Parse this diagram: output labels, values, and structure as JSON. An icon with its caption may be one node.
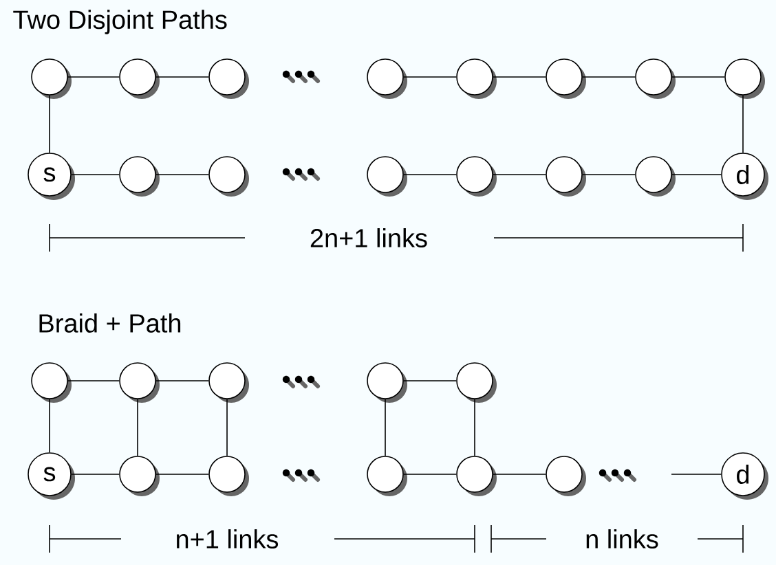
{
  "diagram": {
    "nodes": [
      {
        "text": [],
        "shape": "circle"
      },
      {
        "text": [],
        "shape": "circle"
      },
      {
        "text": [],
        "shape": "circle"
      },
      {
        "text": [],
        "shape": "circle"
      },
      {
        "text": [],
        "shape": "circle"
      },
      {
        "text": [],
        "shape": "circle"
      },
      {
        "text": [],
        "shape": "circle"
      },
      {
        "text": [],
        "shape": "circle"
      },
      {
        "text": [
          "s"
        ]
      },
      {
        "text": [],
        "shape": "circle"
      },
      {
        "text": [],
        "shape": "circle"
      },
      {
        "text": [],
        "shape": "circle"
      },
      {
        "text": [],
        "shape": "circle"
      },
      {
        "text": [],
        "shape": "circle"
      },
      {
        "text": [],
        "shape": "circle"
      },
      {
        "text": [
          "d"
        ]
      },
      {
        "text": [],
        "shape": "circle"
      },
      {
        "text": [],
        "shape": "circle"
      },
      {
        "text": [],
        "shape": "circle"
      },
      {
        "text": [],
        "shape": "circle"
      },
      {
        "text": [],
        "shape": "circle"
      },
      {
        "text": [
          "s"
        ]
      },
      {
        "text": [],
        "shape": "circle"
      },
      {
        "text": [],
        "shape": "circle"
      },
      {
        "text": [],
        "shape": "circle"
      },
      {
        "text": [],
        "shape": "circle"
      },
      {
        "text": [],
        "shape": "circle"
      },
      {
        "text": [
          "d"
        ]
      }
    ],
    "edges": [
      {
        "from": 0,
        "to": 1,
        "arrow": "none"
      },
      {
        "from": 1,
        "to": 2,
        "arrow": "none"
      },
      {
        "from": 3,
        "to": 4,
        "arrow": "none"
      },
      {
        "from": 4,
        "to": 5,
        "arrow": "none"
      },
      {
        "from": 5,
        "to": 6,
        "arrow": "none"
      },
      {
        "from": 6,
        "to": 7,
        "arrow": "none"
      },
      {
        "from": 0,
        "to": 8,
        "arrow": "none"
      },
      {
        "from": 7,
        "to": 15,
        "arrow": "none"
      },
      {
        "from": 8,
        "to": 9,
        "arrow": "none"
      },
      {
        "from": 9,
        "to": 10,
        "arrow": "none"
      },
      {
        "from": 11,
        "to": 12,
        "arrow": "none"
      },
      {
        "from": 12,
        "to": 13,
        "arrow": "none"
      },
      {
        "from": 13,
        "to": 14,
        "arrow": "none"
      },
      {
        "from": 14,
        "to": 15,
        "arrow": "none"
      },
      {
        "from": 16,
        "to": 17,
        "arrow": "none"
      },
      {
        "from": 17,
        "to": 18,
        "arrow": "none"
      },
      {
        "from": 19,
        "to": 20,
        "arrow": "none"
      },
      {
        "from": 16,
        "to": 21,
        "arrow": "none"
      },
      {
        "from": 17,
        "to": 22,
        "arrow": "none"
      },
      {
        "from": 18,
        "to": 23,
        "arrow": "none"
      },
      {
        "from": 19,
        "to": 24,
        "arrow": "none"
      },
      {
        "from": 20,
        "to": 25,
        "arrow": "none"
      },
      {
        "from": 21,
        "to": 22,
        "arrow": "none"
      },
      {
        "from": 22,
        "to": 23,
        "arrow": "none"
      },
      {
        "from": 24,
        "to": 25,
        "arrow": "none"
      },
      {
        "from": 25,
        "to": 26,
        "arrow": "none"
      },
      {
        "from": null,
        "to": 27,
        "arrow": "none"
      }
    ],
    "labels": [
      "Two Disjoint Paths",
      "2n+1 links",
      "Braid + Path",
      "n+1 links",
      "n links"
    ]
  }
}
